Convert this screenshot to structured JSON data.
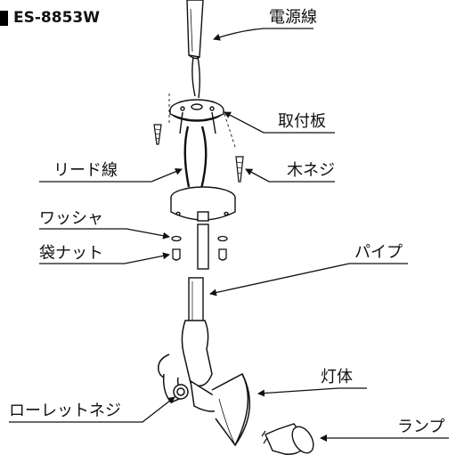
{
  "model_number": "ES-8853W",
  "labels": {
    "power_cord": "電源線",
    "mounting_plate": "取付板",
    "lead_wire": "リード線",
    "wood_screw": "木ネジ",
    "washer": "ワッシャ",
    "cap_nut": "袋ナット",
    "pipe": "パイプ",
    "lamp_body": "灯体",
    "knurled_screw": "ローレットネジ",
    "lamp": "ランプ"
  }
}
